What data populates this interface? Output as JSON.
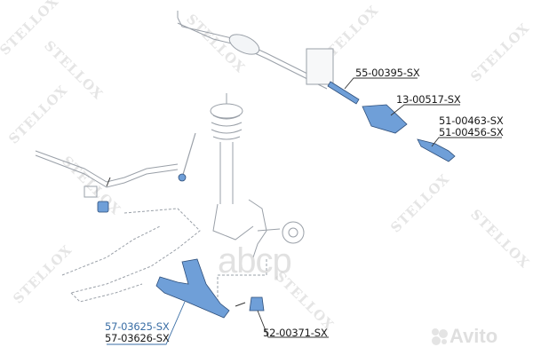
{
  "diagram": {
    "title": "Front suspension and steering exploded diagram",
    "brand_watermark": "STELLOX",
    "overlay_watermarks": [
      "abcp",
      "Avito"
    ],
    "colors": {
      "highlight_part": "#6f9fd8",
      "line_art": "#9aa0a8",
      "label_text": "#1a1a1a",
      "label_text_highlight": "#3a6ea5",
      "leader_line": "#333333"
    },
    "labels": [
      {
        "id": "inner-tie-rod",
        "text": "55-00395-SX",
        "part": "inner tie rod"
      },
      {
        "id": "steering-boot",
        "text": "13-00517-SX",
        "part": "steering rack boot"
      },
      {
        "id": "tie-rod-end-1",
        "text": "51-00463-SX",
        "part": "tie rod end"
      },
      {
        "id": "tie-rod-end-2",
        "text": "51-00456-SX",
        "part": "tie rod end"
      },
      {
        "id": "control-arm-1",
        "text": "57-03625-SX",
        "part": "lower control arm",
        "highlight": true
      },
      {
        "id": "control-arm-2",
        "text": "57-03626-SX",
        "part": "lower control arm"
      },
      {
        "id": "ball-joint",
        "text": "52-00371-SX",
        "part": "ball joint"
      }
    ]
  }
}
